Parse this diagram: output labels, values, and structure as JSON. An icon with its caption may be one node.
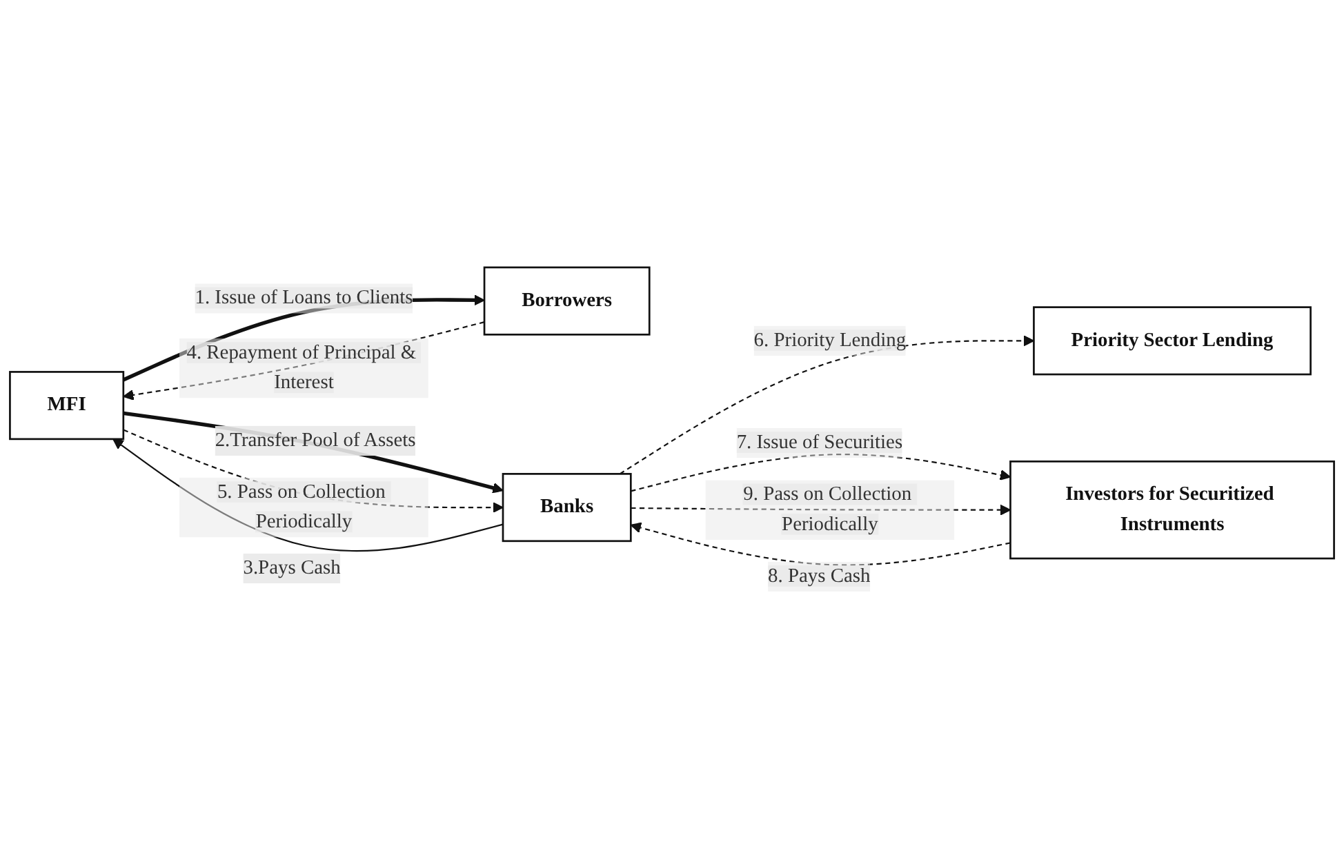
{
  "diagram": {
    "nodes": [
      {
        "text": [
          "MFI"
        ]
      },
      {
        "text": [
          "Borrowers"
        ]
      },
      {
        "text": [
          "Banks"
        ]
      },
      {
        "text": [
          "Priority Sector Lending"
        ]
      },
      {
        "text": [
          "Investors for Securitized Instruments"
        ]
      }
    ],
    "edges": [
      {
        "from": 0,
        "to": 1,
        "arrow": "to",
        "label": "1. Issue of Loans to Clients",
        "style": "thick"
      },
      {
        "from": 1,
        "to": 0,
        "arrow": "to",
        "label": "4. Repayment of Principal & Interest",
        "style": "dashed"
      },
      {
        "from": 0,
        "to": 2,
        "arrow": "to",
        "label": "2.Transfer Pool of Assets",
        "style": "thick"
      },
      {
        "from": 2,
        "to": 0,
        "arrow": "to",
        "label": "3.Pays Cash"
      },
      {
        "from": 0,
        "to": 2,
        "arrow": "to",
        "label": "5. Pass on Collection Periodically",
        "style": "dashed"
      },
      {
        "from": 2,
        "to": 3,
        "arrow": "to",
        "label": "6. Priority Lending",
        "style": "dashed"
      },
      {
        "from": 2,
        "to": 4,
        "arrow": "to",
        "label": "7. Issue of Securities",
        "style": "dashed"
      },
      {
        "from": 4,
        "to": 2,
        "arrow": "to",
        "label": "8. Pays Cash",
        "style": "dashed"
      },
      {
        "from": 2,
        "to": 4,
        "arrow": "to",
        "label": "9. Pass on Collection Periodically",
        "style": "dashed"
      }
    ]
  }
}
